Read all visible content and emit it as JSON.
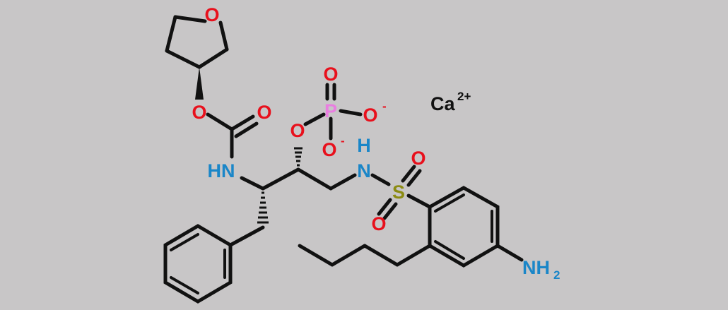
{
  "colors": {
    "background": "#c8c6c7",
    "bond": "#111111",
    "oxygen": "#e8101c",
    "nitrogen": "#1a86c8",
    "sulfur": "#8b8b12",
    "phosphorus": "#e97ee0",
    "calcium": "#111111"
  },
  "labels": {
    "ring_oxygen": "O",
    "ester_oxygen": "O",
    "carbonyl_oxygen": "O",
    "amide_nh": "HN",
    "ether_oxygen": "O",
    "phosphorus": "P",
    "phosphate_double_o": "O",
    "phosphate_o_right": "O",
    "phosphate_o_right_charge": "-",
    "phosphate_o_bottom": "O",
    "phosphate_o_bottom_charge": "-",
    "sulfonamide_h": "H",
    "sulfonamide_n": "N",
    "sulfur": "S",
    "sulfonyl_o_top": "O",
    "sulfonyl_o_bottom": "O",
    "amine_nh": "NH",
    "amine_subscript": "2",
    "calcium": "Ca",
    "calcium_charge": "2+"
  }
}
